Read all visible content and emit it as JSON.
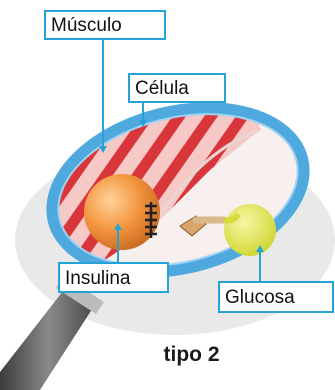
{
  "labels": {
    "musculo": "Músculo",
    "celula": "Célula",
    "insulina": "Insulina",
    "glucosa": "Glucosa"
  },
  "caption": "tipo 2",
  "colors": {
    "label_border": "#25a3d8",
    "lens_rim": "#4fa9df",
    "muscle_stripe": "#d9363c",
    "cell": "#f39a43",
    "glucose": "#dfe447",
    "handle": "#5b5b5b"
  }
}
